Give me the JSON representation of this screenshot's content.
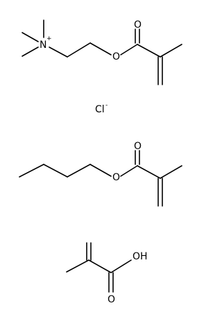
{
  "molecules": [
    {
      "name": "cationic-monomer",
      "labels": {
        "n": "N",
        "n_charge": "+",
        "o_ester": "O",
        "o_carbonyl": "O"
      }
    },
    {
      "name": "counter-ion",
      "labels": {
        "cl": "Cl",
        "cl_charge": "-"
      }
    },
    {
      "name": "butyl-methacrylate",
      "labels": {
        "o_ester": "O",
        "o_carbonyl": "O"
      }
    },
    {
      "name": "methacrylic-acid",
      "labels": {
        "oh": "OH",
        "o_carbonyl": "O"
      }
    }
  ]
}
